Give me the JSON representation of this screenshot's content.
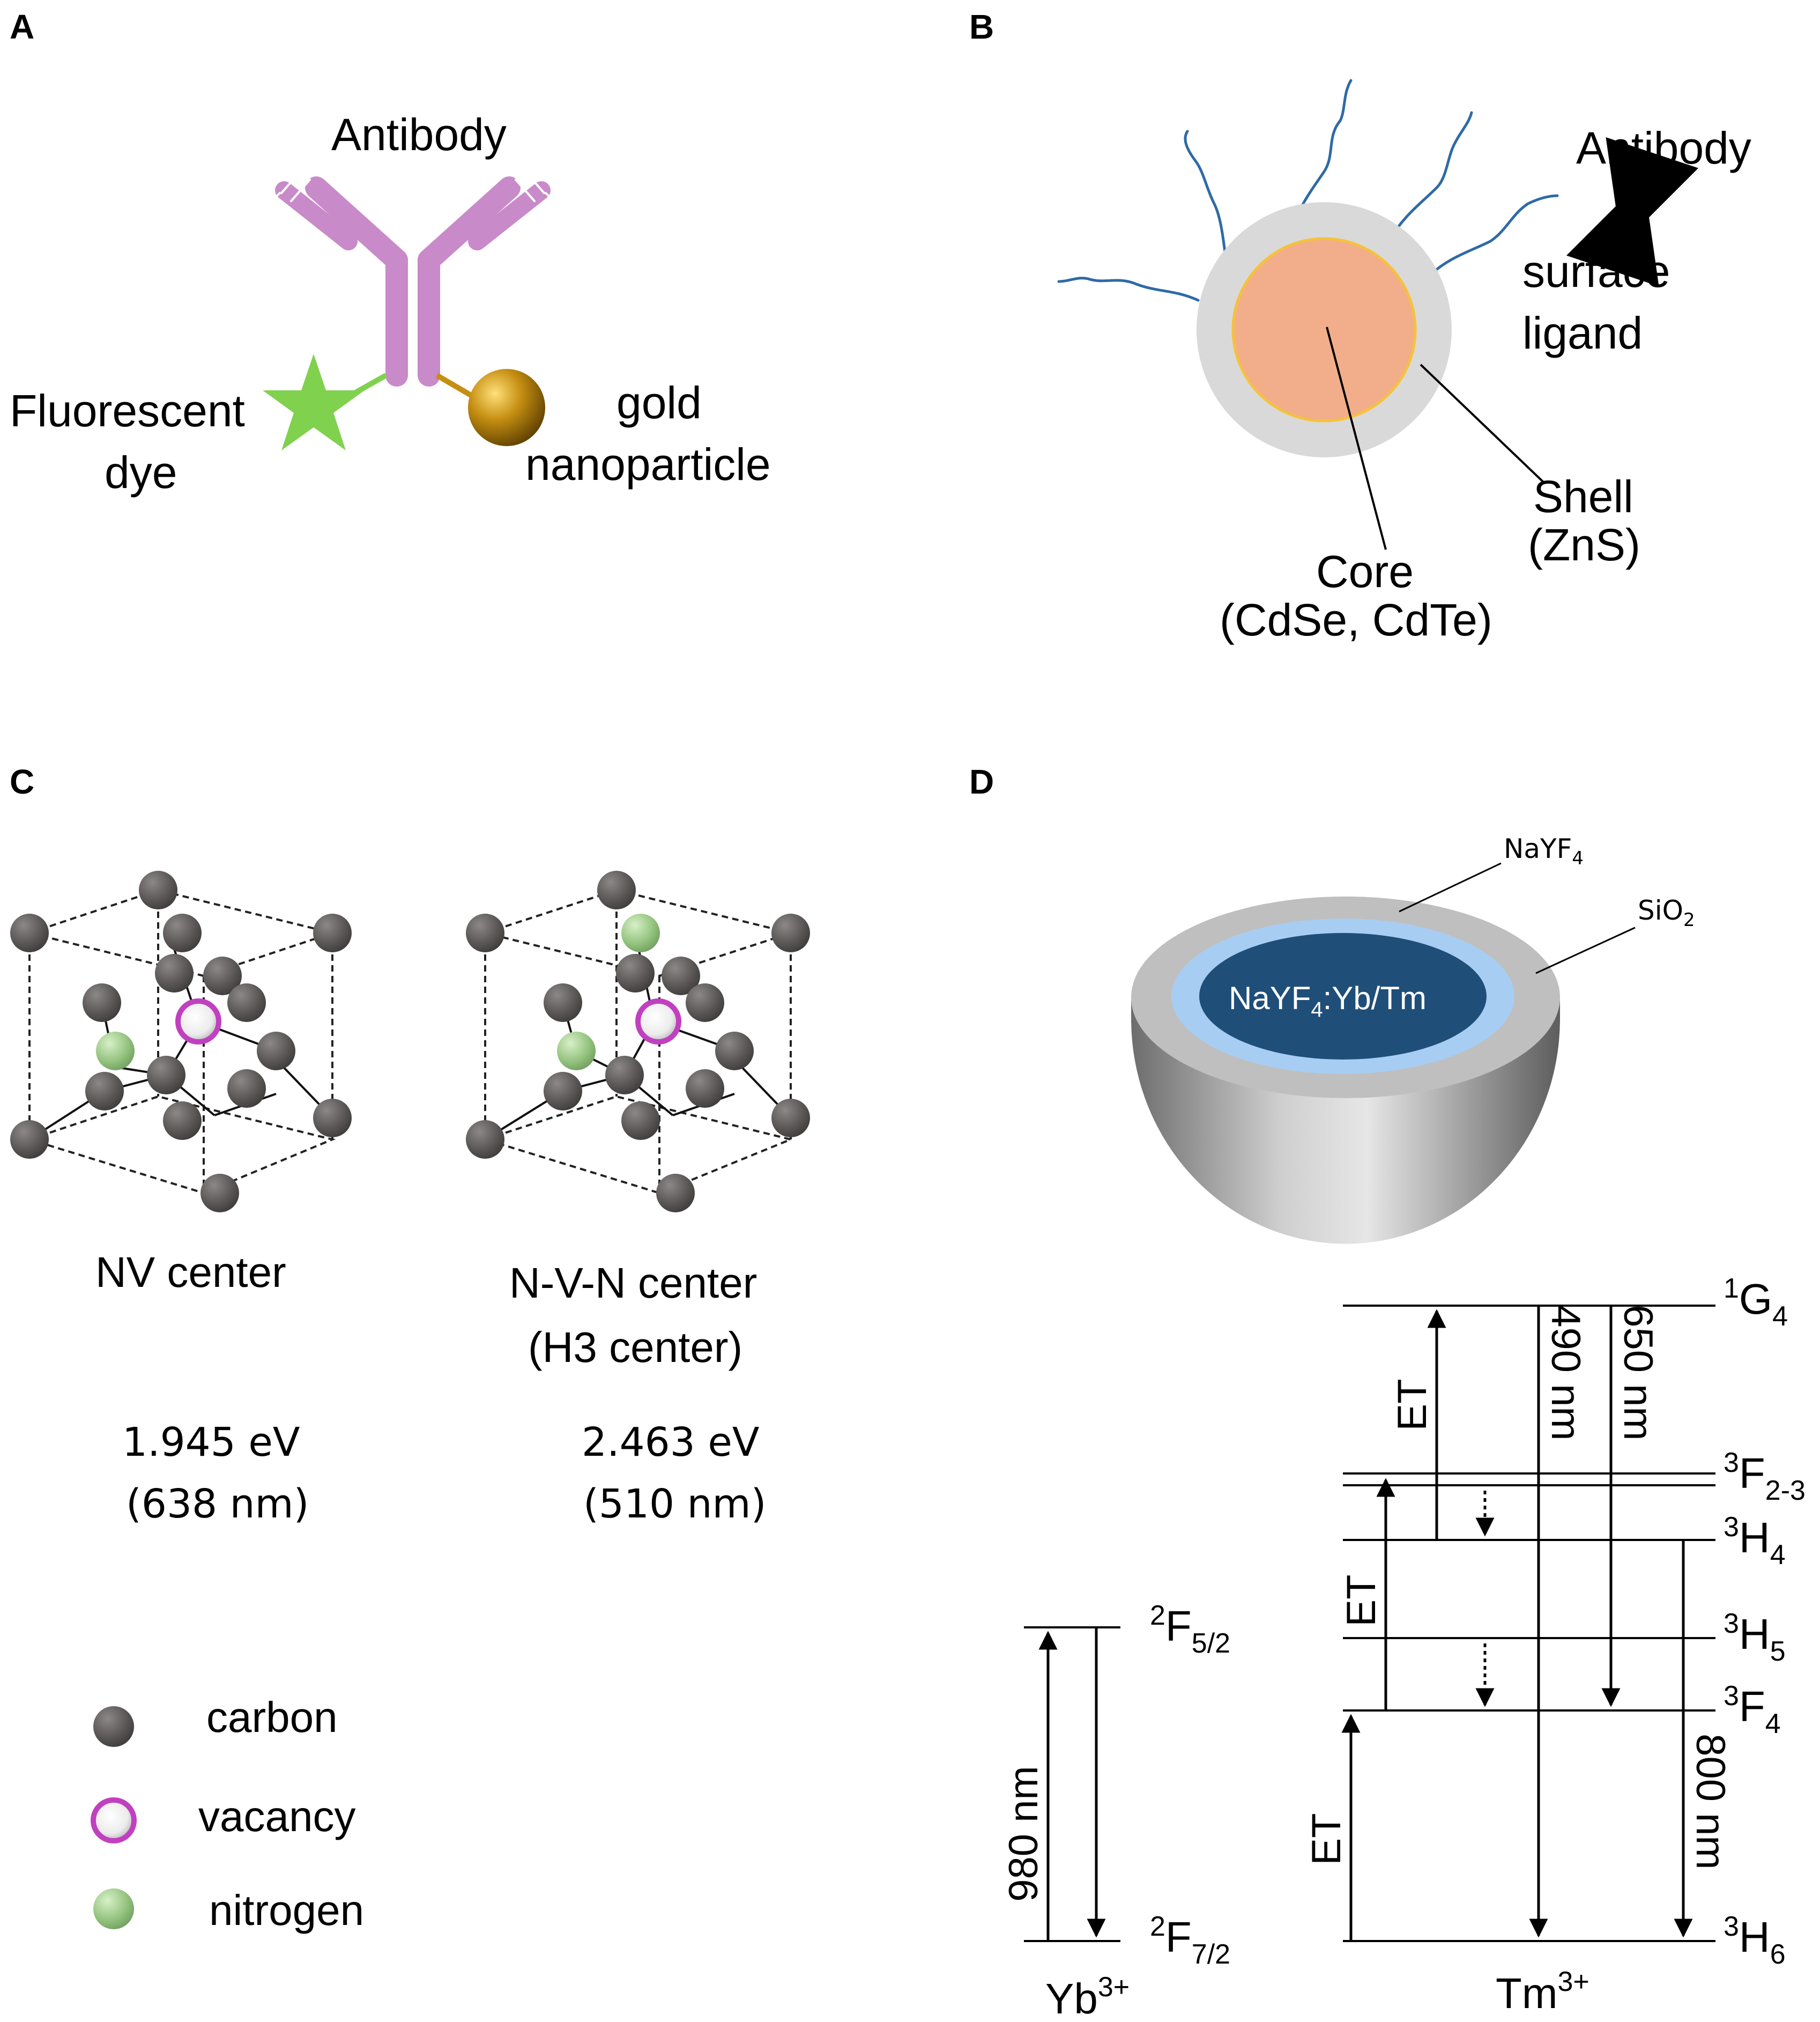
{
  "panels": {
    "a": {
      "letter": "A",
      "antibody": "Antibody",
      "dye_line1": "Fluorescent",
      "dye_line2": "dye",
      "gold_line1": "gold",
      "gold_line2": "nanoparticle"
    },
    "b": {
      "letter": "B",
      "antibody": "Antibody",
      "ligand_line1": "surface",
      "ligand_line2": "ligand",
      "shell_line1": "Shell",
      "shell_line2": "(ZnS)",
      "core_line1": "Core",
      "core_line2": "(CdSe, CdTe)"
    },
    "c": {
      "letter": "C",
      "nv_name": "NV center",
      "nv_energy": "1.945 eV",
      "nv_wavelength": "(638 nm)",
      "nvn_name_line1": "N-V-N center",
      "nvn_name_line2": "(H3 center)",
      "nvn_energy": "2.463 eV",
      "nvn_wavelength": "(510 nm)",
      "legend": [
        {
          "label": "carbon",
          "color": "#5e5a5a"
        },
        {
          "label": "vacancy",
          "color": "#c040c0"
        },
        {
          "label": "nitrogen",
          "color": "#8fc07e"
        }
      ]
    },
    "d": {
      "letter": "D",
      "layer_outer": "NaYF",
      "layer_outer_sub": "4",
      "layer_silica": "SiO",
      "layer_silica_sub": "2",
      "core_main": "NaYF",
      "core_sub": "4",
      "core_tail": ":Yb/Tm",
      "yb_ion": "Yb",
      "yb_charge": "3+",
      "tm_ion": "Tm",
      "tm_charge": "3+",
      "levels": {
        "g4_sup": "1",
        "g4_main": "G",
        "g4_sub": "4",
        "f23_sup": "3",
        "f23_main": "F",
        "f23_sub": "2-3",
        "h4_sup": "3",
        "h4_main": "H",
        "h4_sub": "4",
        "h5_sup": "3",
        "h5_main": "H",
        "h5_sub": "5",
        "f4_sup": "3",
        "f4_main": "F",
        "f4_sub": "4",
        "h6_sup": "3",
        "h6_main": "H",
        "h6_sub": "6",
        "f52_sup": "2",
        "f52_main": "F",
        "f52_sub": "5/2",
        "f72_sup": "2",
        "f72_main": "F",
        "f72_sub": "7/2"
      },
      "transitions": {
        "excite": "980 nm",
        "emit_490": "490 nm",
        "emit_650": "650 nm",
        "emit_800": "800 nm",
        "et": "ET"
      }
    }
  },
  "colors": {
    "antibody": "#c98ac9",
    "star": "#7fd14e",
    "gold": "#b8860b",
    "ligand": "#2e6aa6",
    "qd_shell": "#d9d9d9",
    "qd_core": "#f2ae8a",
    "qd_core_edge": "#f6c23a",
    "ucnp_core": "#1f4e79",
    "ucnp_layer": "#a8cdf2",
    "ucnp_silica": "#bfbfbf"
  }
}
